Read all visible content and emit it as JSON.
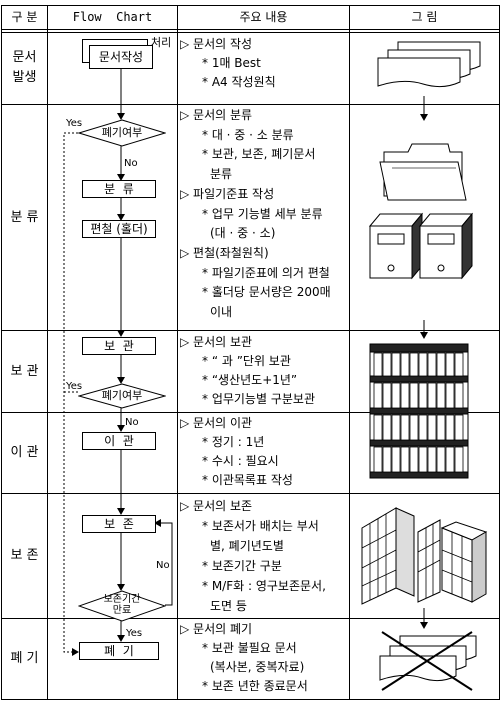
{
  "header": {
    "col_category": "구 분",
    "col_flow": "Flow  Chart",
    "col_content": "주요 내용",
    "col_picture": "그 림"
  },
  "categories": {
    "c1": [
      "문서",
      "발생"
    ],
    "c2": "분 류",
    "c3": "보 관",
    "c4": "이 관",
    "c5": "보 존",
    "c6": "폐 기"
  },
  "flow": {
    "process_label": "처리",
    "doc_create": "문서작성",
    "discard_check_1": "폐기여부",
    "classify": "분  류",
    "binder": "편철 (홀더)",
    "store": "보  관",
    "discard_check_2": "폐기여부",
    "transfer": "이  관",
    "preserve": "보  존",
    "preserve_expire": [
      "보존기간",
      "만료"
    ],
    "dispose": "폐  기",
    "yes": "Yes",
    "no": "No"
  },
  "content": {
    "s1": [
      "▷ 문서의 작성",
      "* 1매 Best",
      "* A4 작성원칙"
    ],
    "s2": [
      "▷ 문서의 분류",
      "* 대 · 중 · 소 분류",
      "* 보관, 보존, 폐기문서",
      "분류",
      "▷ 파일기준표 작성",
      "* 업무 기능별 세부 분류",
      "(대 · 중 · 소)",
      "▷ 편철(좌철원칙)",
      "* 파일기준표에 의거 편철",
      "* 홀더당 문서량은 200매",
      "이내"
    ],
    "s3": [
      "▷ 문서의 보관",
      "* “ 과 ”단위 보관",
      "* “생산년도+1년”",
      "* 업무기능별 구분보관"
    ],
    "s4": [
      "▷ 문서의 이관",
      "* 정기 : 1년",
      "* 수시 : 필요시",
      "* 이관목록표 작성"
    ],
    "s5": [
      "▷ 문서의 보존",
      "* 보존서가 배치는 부서",
      "별, 폐기년도별",
      "* 보존기간 구분",
      "* M/F화 : 영구보존문서,",
      "도면 등"
    ],
    "s6": [
      "▷ 문서의 폐기",
      "* 보관 불필요 문서",
      "(복사본, 중복자료)",
      "* 보존 년한 종료문서"
    ]
  },
  "pictures": [
    "stacked-papers",
    "file-folder",
    "binder-files",
    "filing-shelf",
    "mobile-archive-shelves",
    "crossed-out-papers"
  ]
}
